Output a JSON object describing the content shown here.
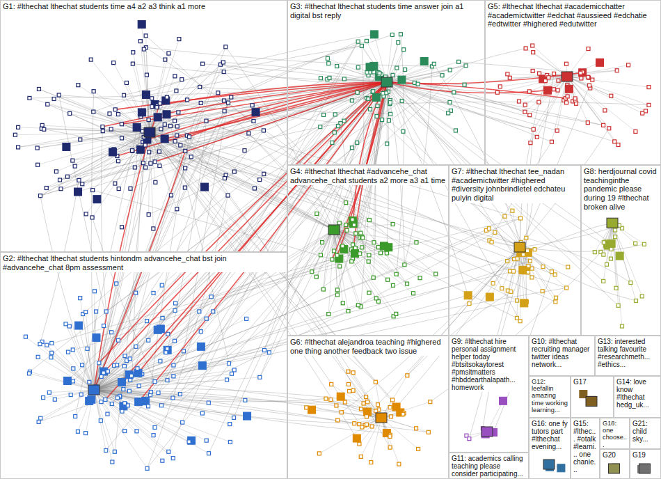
{
  "diagram": {
    "nodes": [
      {
        "text": [
          "G1: #lthechat lthechat students time a4 a2 a3 think a1 more"
        ]
      },
      {
        "text": [
          "G2: #lthechat lthechat students hintondm advancehe_chat bst join #advancehe_chat 8pm assessment"
        ]
      },
      {
        "text": [
          "G3: #lthechat lthechat students time answer join a1 digital bst reply"
        ]
      },
      {
        "text": [
          "G4: #lthechat lthechat #advancehe_chat advancehe_chat students a2 more a3 a1 time"
        ]
      },
      {
        "text": [
          "G5: #lthechat lthechat #academicchatter #academictwitter #edchat #aussieed #edchatie #edtwitter #highered #edutwitter"
        ]
      },
      {
        "text": [
          "G6: #lthechat alejandroa teaching #highered one thing another feedback two issue"
        ]
      },
      {
        "text": [
          "G7: #lthechat lthechat tee_nadan #academictwitter #highered #diversity johnbrindletel edchateu puiyin digital"
        ]
      },
      {
        "text": [
          "G8: herdjournal covid teachinginthe pandemic please during 19 #lthechat broken alive"
        ]
      },
      {
        "text": [
          "G9: #lthechat hire personal assignment helper today #btsitsokaytorest #pmsitmatters #hbddearthalapath... homework"
        ]
      },
      {
        "text": [
          "G10: #lthechat recruiting manager twitter ideas network..."
        ]
      },
      {
        "text": [
          "G11: academics calling teaching please consider participating..."
        ]
      },
      {
        "text": [
          "G12: leefallin amazing time working learning..."
        ]
      },
      {
        "text": [
          "G13: interested talking favourite #researchmeth... #ethics..."
        ]
      },
      {
        "text": [
          "G14: love know #lthechat hedg_uk..."
        ]
      },
      {
        "text": [
          "G15: #lthec... #otalk #learni... one chanie..."
        ]
      },
      {
        "text": [
          "G16: one fy tutors part #lthechat evening..."
        ]
      },
      {
        "text": [
          "G17"
        ]
      },
      {
        "text": [
          "G18: one choose..."
        ]
      },
      {
        "text": [
          "G19"
        ]
      },
      {
        "text": [
          "G20"
        ]
      },
      {
        "text": [
          "G21: child sky..."
        ]
      }
    ]
  }
}
